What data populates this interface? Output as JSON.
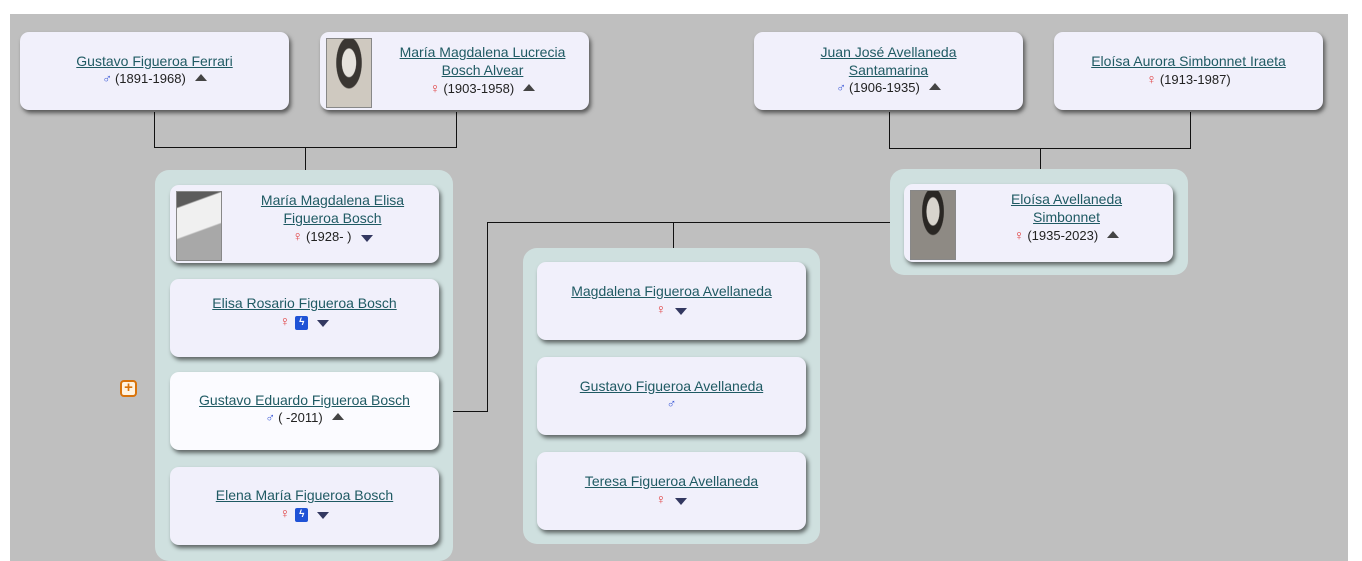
{
  "tree": {
    "expand_label": "+",
    "grandparents_left": [
      {
        "name": "Gustavo Figueroa Ferrari",
        "sex": "♂",
        "years": "(1891-1968)"
      },
      {
        "name_line1": "María Magdalena Lucrecia",
        "name_line2": "Bosch Alvear",
        "sex": "♀",
        "years": "(1903-1958)"
      }
    ],
    "grandparents_right": [
      {
        "name_line1": "Juan José Avellaneda",
        "name_line2": "Santamarina",
        "sex": "♂",
        "years": "(1906-1935)"
      },
      {
        "name": "Eloísa Aurora Simbonnet Iraeta",
        "sex": "♀",
        "years": "(1913-1987)"
      }
    ],
    "siblings": [
      {
        "name_line1": "María Magdalena Elisa",
        "name_line2": "Figueroa Bosch",
        "sex": "♀",
        "years": "(1928- )"
      },
      {
        "name": "Elisa Rosario Figueroa Bosch",
        "sex": "♀",
        "badge": "ϟ"
      },
      {
        "name": "Gustavo Eduardo Figueroa Bosch",
        "sex": "♂",
        "years": "( -2011)"
      },
      {
        "name": "Elena María Figueroa Bosch",
        "sex": "♀",
        "badge": "ϟ"
      }
    ],
    "spouse": {
      "name_line1": "Eloísa Avellaneda",
      "name_line2": "Simbonnet",
      "sex": "♀",
      "years": "(1935-2023)"
    },
    "children": [
      {
        "name": "Magdalena Figueroa Avellaneda",
        "sex": "♀"
      },
      {
        "name": "Gustavo Figueroa Avellaneda",
        "sex": "♂"
      },
      {
        "name": "Teresa Figueroa Avellaneda",
        "sex": "♀"
      }
    ]
  }
}
